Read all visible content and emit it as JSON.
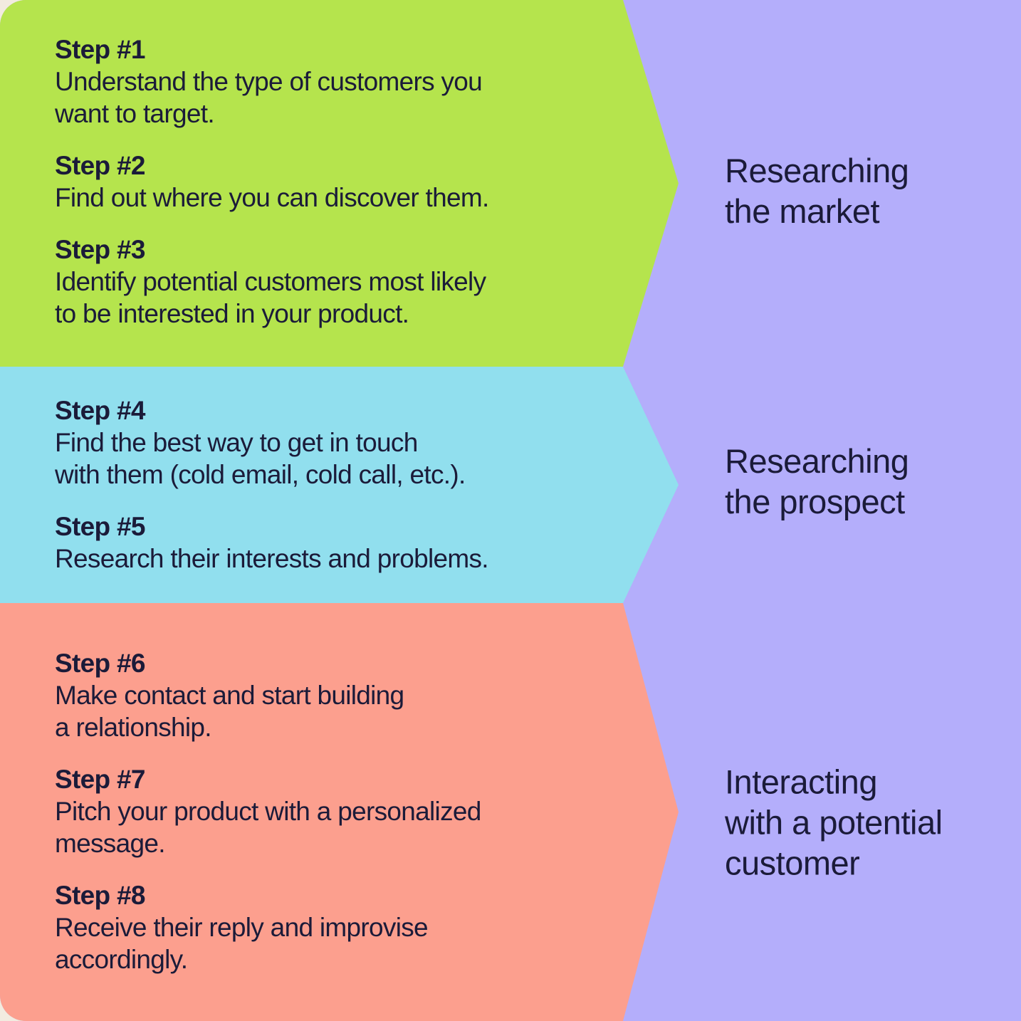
{
  "colors": {
    "page_corner": "#f2ebe0",
    "background": "#b4aefb",
    "text": "#1b1b39",
    "stage_market": "#b5e44d",
    "stage_prospect": "#91dfee",
    "stage_interact": "#fc9f8e"
  },
  "stages": [
    {
      "label_lines": [
        "Researching",
        "the market"
      ],
      "color": "#b5e44d",
      "steps": [
        {
          "title": "Step #1",
          "lines": [
            "Understand the type of customers you",
            "want to target."
          ]
        },
        {
          "title": "Step #2",
          "lines": [
            "Find out where you can discover them."
          ]
        },
        {
          "title": "Step #3",
          "lines": [
            "Identify potential customers most likely",
            "to be interested in your product."
          ]
        }
      ]
    },
    {
      "label_lines": [
        "Researching",
        "the prospect"
      ],
      "color": "#91dfee",
      "steps": [
        {
          "title": "Step #4",
          "lines": [
            "Find the best way to get in touch",
            "with them (cold email, cold call, etc.)."
          ]
        },
        {
          "title": "Step #5",
          "lines": [
            "Research their interests and problems."
          ]
        }
      ]
    },
    {
      "label_lines": [
        "Interacting",
        "with a potential",
        "customer"
      ],
      "color": "#fc9f8e",
      "steps": [
        {
          "title": "Step #6",
          "lines": [
            "Make contact and start building",
            "a relationship."
          ]
        },
        {
          "title": "Step #7",
          "lines": [
            "Pitch your product with a personalized",
            "message."
          ]
        },
        {
          "title": "Step #8",
          "lines": [
            "Receive their reply and improvise",
            "accordingly."
          ]
        }
      ]
    }
  ]
}
